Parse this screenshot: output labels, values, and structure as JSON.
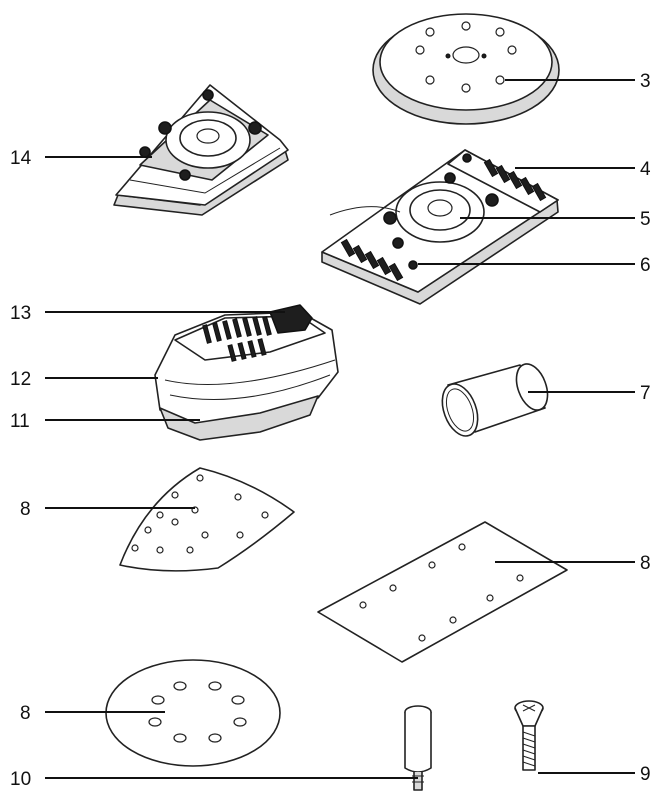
{
  "callouts": {
    "c1": "3",
    "c2": "4",
    "c3": "5",
    "c4": "6",
    "c5": "7",
    "c6": "8",
    "c7": "8",
    "c8": "8",
    "c9": "9",
    "c10": "10",
    "c11": "11",
    "c12": "12",
    "c13": "13",
    "c14": "14"
  }
}
